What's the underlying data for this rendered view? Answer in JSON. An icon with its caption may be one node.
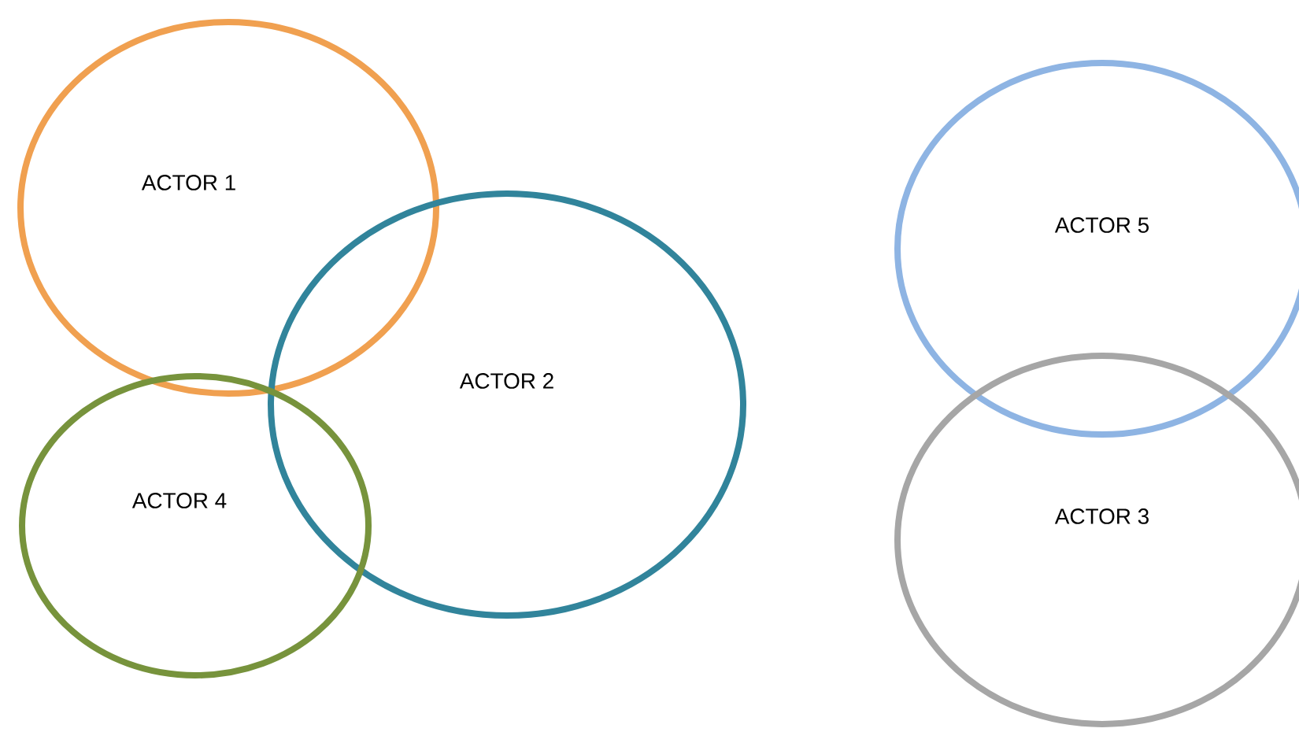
{
  "diagram": {
    "nodes": [
      {
        "text": [
          "ACTOR 1"
        ]
      },
      {
        "text": [
          "ACTOR 2"
        ]
      },
      {
        "text": [
          "ACTOR 4"
        ]
      },
      {
        "text": [
          "ACTOR 5"
        ]
      },
      {
        "text": [
          "ACTOR 3"
        ]
      }
    ]
  }
}
